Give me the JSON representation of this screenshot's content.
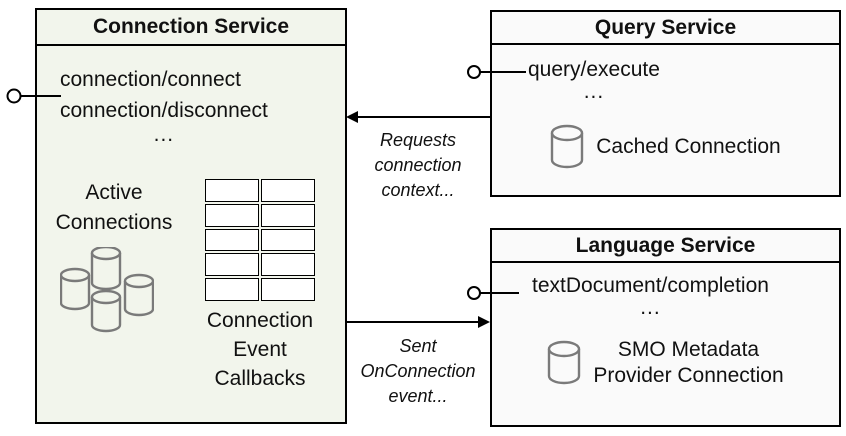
{
  "colors": {
    "connection_box_bg": "#f2f5ec",
    "service_box_bg": "#fafafa",
    "border": "#000000",
    "text": "#111111",
    "cylinder_stroke": "#7a7a7a"
  },
  "connection_service": {
    "title": "Connection Service",
    "methods": [
      "connection/connect",
      "connection/disconnect"
    ],
    "ellipsis": "...",
    "active_connections_lines": [
      "Active",
      "Connections"
    ],
    "callbacks_label_lines": [
      "Connection",
      "Event",
      "Callbacks"
    ],
    "callback_table": {
      "rows": 5,
      "cols": 2
    }
  },
  "query_service": {
    "title": "Query Service",
    "methods": [
      "query/execute"
    ],
    "ellipsis": "...",
    "cached_connection_label": "Cached Connection"
  },
  "language_service": {
    "title": "Language Service",
    "methods": [
      "textDocument/completion"
    ],
    "ellipsis": "...",
    "smo_connection_lines": [
      "SMO Metadata",
      "Provider Connection"
    ]
  },
  "connectors": {
    "requests_arrow_label_lines": [
      "Requests",
      "connection",
      "context..."
    ],
    "sent_arrow_label_lines": [
      "Sent",
      "OnConnection",
      "event..."
    ],
    "lollipop_count": 3
  },
  "icons": {
    "active_connections": "database-cluster-icon",
    "cached_connection": "database-icon",
    "smo_connection": "database-icon"
  }
}
